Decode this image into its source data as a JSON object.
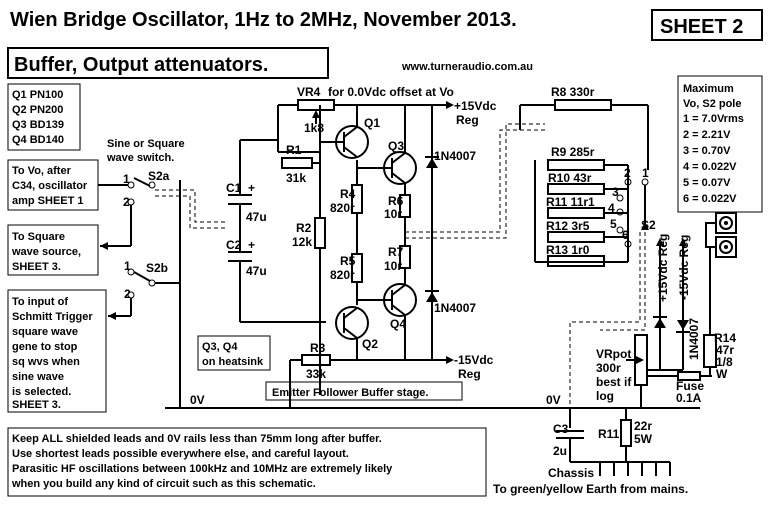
{
  "title": "Wien Bridge Oscillator, 1Hz to 2MHz, November 2013.",
  "sheet": "SHEET 2",
  "subtitle": "Buffer,  Output attenuators.",
  "website": "www.turneraudio.com.au",
  "transistors": [
    "Q1 PN100",
    "Q2 PN200",
    "Q3 BD139",
    "Q4 BD140"
  ],
  "switch_title": [
    "Sine or Square",
    "wave switch."
  ],
  "to_vo": [
    "To Vo, after",
    "C34, oscillator",
    "amp SHEET 1"
  ],
  "to_square": [
    "To Square",
    "wave source,",
    "SHEET 3."
  ],
  "to_input": [
    "To input of",
    "Schmitt Trigger",
    "square wave",
    "gene to stop",
    "sq wvs when",
    "sine wave",
    "is selected.",
    "SHEET 3."
  ],
  "table": [
    "Maximum",
    "Vo, S2 pole",
    "1 = 7.0Vrms",
    "2 = 2.21V",
    "3 = 0.70V",
    "4 = 0.022V",
    "5 = 0.07V",
    "6 = 0.022V"
  ],
  "heatsink": [
    "Q3, Q4",
    "on heatsink"
  ],
  "buffer_caption": "Emitter Follower Buffer stage.",
  "notes": [
    "Keep ALL shielded leads and 0V rails less than 75mm long after buffer.",
    "Use shortest leads possible everywhere else, and careful layout.",
    "Parasitic HF oscillations between 100kHz and 10MHz are extremely likely",
    "when you build any kind of circuit such as this schematic."
  ],
  "chassis": "Chassis",
  "earth": "To green/yellow Earth from mains.",
  "labels": {
    "vr4": "VR4",
    "offset": "for 0.0Vdc  offset at Vo",
    "vr4_val": "1k8",
    "r1": "R1",
    "r1_val": "31k",
    "r2": "R2",
    "r2_val": "12k",
    "r3": "R3",
    "r3_val": "33k",
    "r4": "R4",
    "r4_val": "820r",
    "r5": "R5",
    "r5_val": "820r",
    "r6": "R6",
    "r6_val": "10r",
    "r7": "R7",
    "r7_val": "10r",
    "c1": "C1",
    "c1_val": "47u",
    "c2": "C2",
    "c2_val": "47u",
    "q1": "Q1",
    "q2": "Q2",
    "q3": "Q3",
    "q4": "Q4",
    "d1": "1N4007",
    "d2": "1N4007",
    "pos_rail": "+15Vdc",
    "neg_rail": "-15Vdc",
    "reg": "Reg",
    "s2a": "S2a",
    "s2b": "S2b",
    "r8": "R8  330r",
    "r9": "R9  285r",
    "r10": "R10  43r",
    "r11": "R11  11r1",
    "r12": "R12  3r5",
    "r13": "R13  1r0",
    "s2": "S2",
    "p1": "1",
    "p2": "2",
    "p3": "3",
    "p4": "4",
    "p5": "5",
    "p6": "6",
    "sw_1": "1",
    "sw_2": "2",
    "swb_1": "1",
    "swb_2": "2",
    "pos15": "+15Vdc Reg",
    "neg15": "-15Vdc Reg",
    "d3": "1N4007",
    "r14": "R14",
    "r14_v1": "47r",
    "r14_v2": "1/8",
    "r14_v3": "W",
    "vrpot": "VRpot",
    "vrpot_v1": "300r",
    "vrpot_v2": "best if",
    "vrpot_v3": "log",
    "fuse": "Fuse",
    "fuse_val": "0.1A",
    "zero_v1": "0V",
    "zero_v2": "0V",
    "c3": "C3",
    "c3_val": "2u",
    "r11b": "R11",
    "r11b_v1": "22r",
    "r11b_v2": "5W"
  }
}
